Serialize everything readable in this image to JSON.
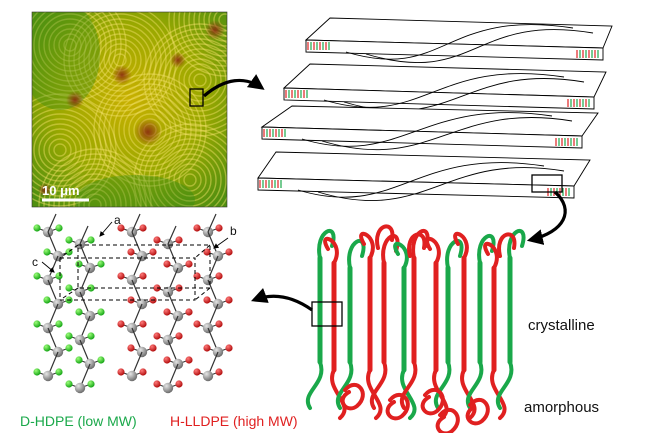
{
  "figure": {
    "micrograph": {
      "scale_bar_label": "10 μm"
    },
    "lattice": {
      "axis_a": "a",
      "axis_b": "b",
      "axis_c": "c"
    },
    "chains": {
      "crystalline_label": "crystalline",
      "amorphous_label": "amorphous"
    },
    "legend": {
      "hdpe_label": "D-HDPE (low MW)",
      "lldpe_label": "H-LLDPE (high MW)"
    }
  },
  "colors": {
    "hdpe_green": "#1aa84a",
    "lldpe_red": "#e02020",
    "carbon_gray": "#8a8a8a",
    "hydrogen_green": "#22cc22",
    "hydrogen_red": "#d01818"
  }
}
